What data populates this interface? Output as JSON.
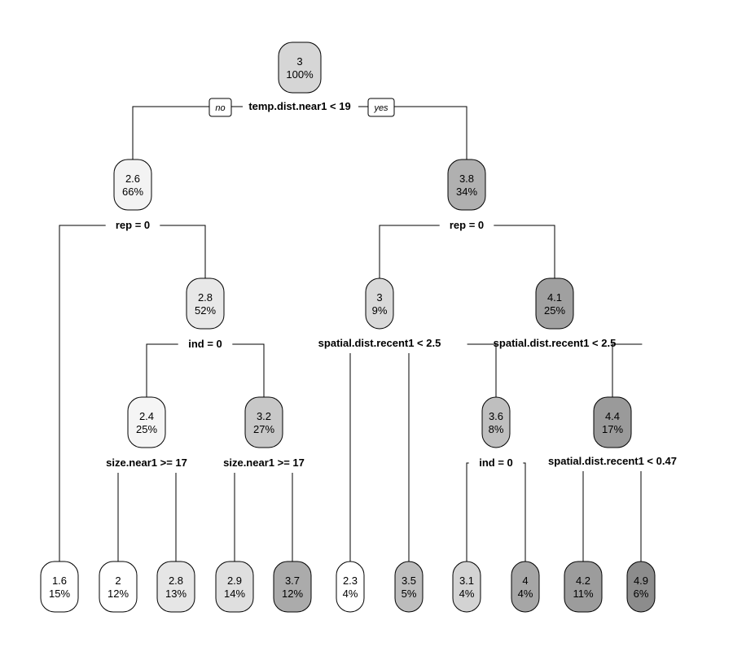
{
  "tree": {
    "branch_labels": {
      "no": "no",
      "yes": "yes"
    },
    "nodes": [
      {
        "id": "root",
        "value": "3",
        "pct": "100%",
        "fill": "#d6d6d6"
      },
      {
        "id": "n_l",
        "value": "2.6",
        "pct": "66%",
        "fill": "#f3f3f3"
      },
      {
        "id": "n_r",
        "value": "3.8",
        "pct": "34%",
        "fill": "#b0b0b0"
      },
      {
        "id": "n_lr",
        "value": "2.8",
        "pct": "52%",
        "fill": "#e8e8e8"
      },
      {
        "id": "n_rl",
        "value": "3",
        "pct": "9%",
        "fill": "#d9d9d9"
      },
      {
        "id": "n_rr",
        "value": "4.1",
        "pct": "25%",
        "fill": "#a0a0a0"
      },
      {
        "id": "n_lrl",
        "value": "2.4",
        "pct": "25%",
        "fill": "#f5f5f5"
      },
      {
        "id": "n_lrr",
        "value": "3.2",
        "pct": "27%",
        "fill": "#c8c8c8"
      },
      {
        "id": "n_rrl",
        "value": "3.6",
        "pct": "8%",
        "fill": "#bfbfbf"
      },
      {
        "id": "n_rrr",
        "value": "4.4",
        "pct": "17%",
        "fill": "#9a9a9a"
      },
      {
        "id": "leaf1",
        "value": "1.6",
        "pct": "15%",
        "fill": "#ffffff"
      },
      {
        "id": "leaf2",
        "value": "2",
        "pct": "12%",
        "fill": "#ffffff"
      },
      {
        "id": "leaf3",
        "value": "2.8",
        "pct": "13%",
        "fill": "#e6e6e6"
      },
      {
        "id": "leaf4",
        "value": "2.9",
        "pct": "14%",
        "fill": "#dfdfdf"
      },
      {
        "id": "leaf5",
        "value": "3.7",
        "pct": "12%",
        "fill": "#ababab"
      },
      {
        "id": "leaf6",
        "value": "2.3",
        "pct": "4%",
        "fill": "#ffffff"
      },
      {
        "id": "leaf7",
        "value": "3.5",
        "pct": "5%",
        "fill": "#bdbdbd"
      },
      {
        "id": "leaf8",
        "value": "3.1",
        "pct": "4%",
        "fill": "#d3d3d3"
      },
      {
        "id": "leaf9",
        "value": "4",
        "pct": "4%",
        "fill": "#a6a6a6"
      },
      {
        "id": "leaf10",
        "value": "4.2",
        "pct": "11%",
        "fill": "#9c9c9c"
      },
      {
        "id": "leaf11",
        "value": "4.9",
        "pct": "6%",
        "fill": "#8c8c8c"
      }
    ],
    "splits": [
      {
        "id": "s_root",
        "label": "temp.dist.near1 < 19"
      },
      {
        "id": "s_l",
        "label": "rep = 0"
      },
      {
        "id": "s_r",
        "label": "rep = 0"
      },
      {
        "id": "s_lr",
        "label": "ind = 0"
      },
      {
        "id": "s_rl",
        "label": "spatial.dist.recent1 < 2.5"
      },
      {
        "id": "s_rr",
        "label": "spatial.dist.recent1 < 2.5"
      },
      {
        "id": "s_lrl",
        "label": "size.near1 >= 17"
      },
      {
        "id": "s_lrr",
        "label": "size.near1 >= 17"
      },
      {
        "id": "s_rrl",
        "label": "ind = 0"
      },
      {
        "id": "s_rrr",
        "label": "spatial.dist.recent1 < 0.47"
      }
    ]
  }
}
